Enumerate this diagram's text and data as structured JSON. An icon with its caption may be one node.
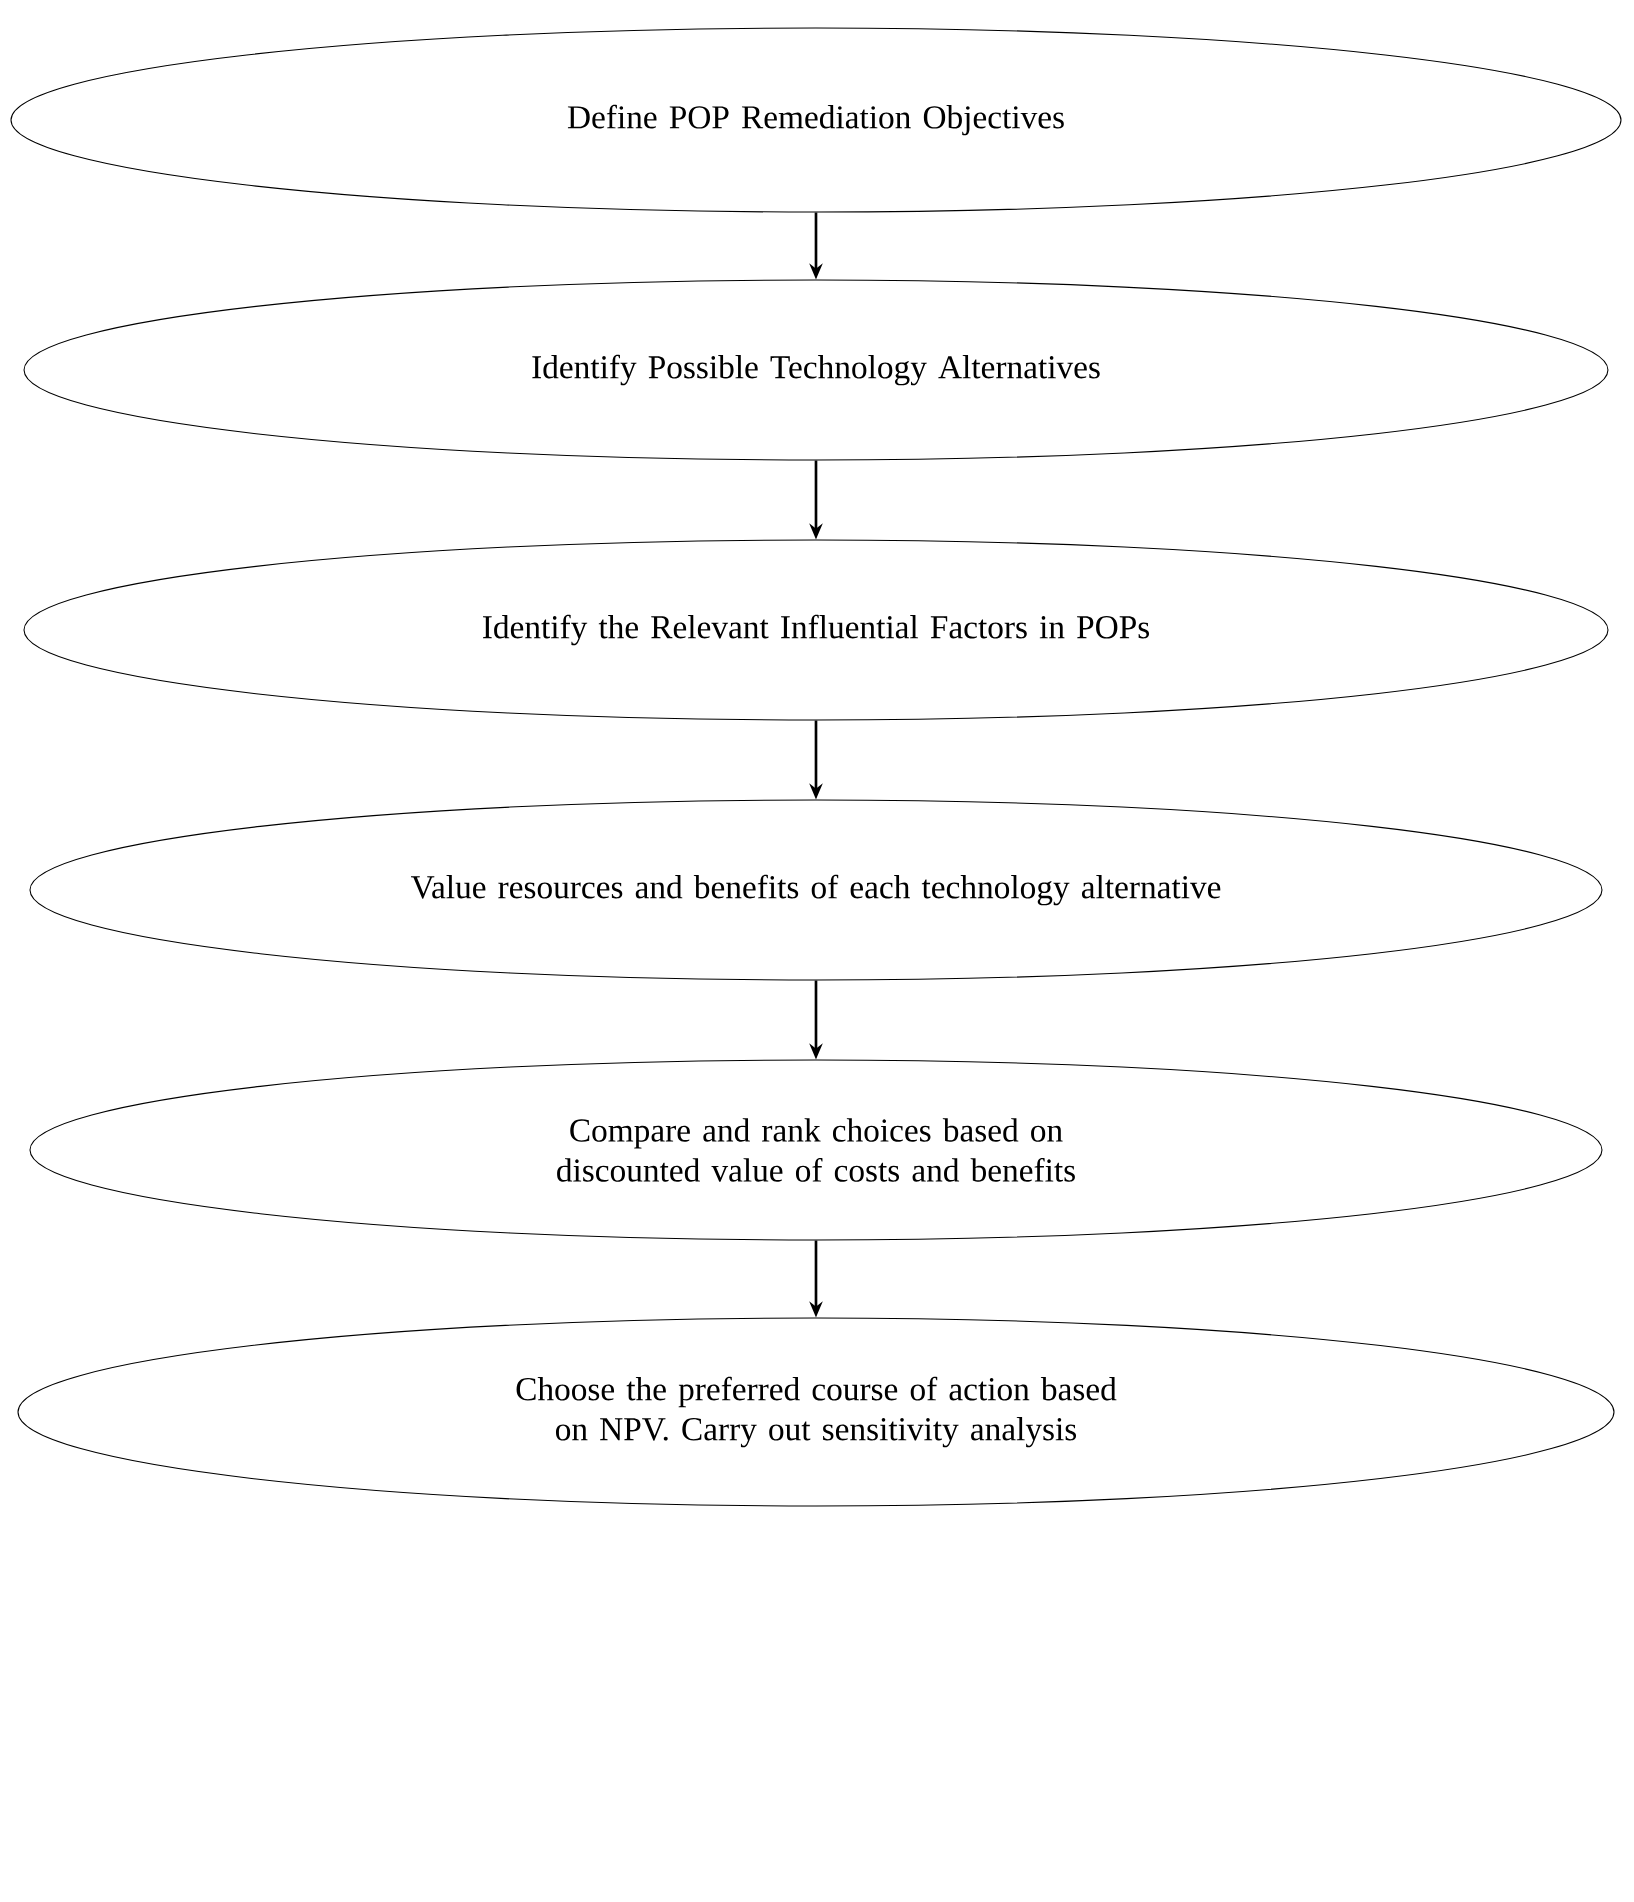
{
  "diagram": {
    "nodes": [
      {
        "text": [
          "Define POP Remediation Objectives"
        ]
      },
      {
        "text": [
          "Identify Possible Technology Alternatives"
        ]
      },
      {
        "text": [
          "Identify the Relevant Influential Factors in POPs"
        ]
      },
      {
        "text": [
          "Value resources and benefits of each technology alternative"
        ]
      },
      {
        "text": [
          "Compare and rank choices based on discounted value of costs and benefits"
        ]
      },
      {
        "text": [
          "Choose the preferred course of action based on NPV. Carry out sensitivity analysis"
        ]
      }
    ],
    "edges": [
      {
        "from": 0,
        "to": 1,
        "arrow": "to"
      },
      {
        "from": 1,
        "to": 2,
        "arrow": "to"
      },
      {
        "from": 2,
        "to": 3,
        "arrow": "to"
      },
      {
        "from": 3,
        "to": 4,
        "arrow": "to"
      },
      {
        "from": 4,
        "to": 5,
        "arrow": "to"
      }
    ]
  }
}
